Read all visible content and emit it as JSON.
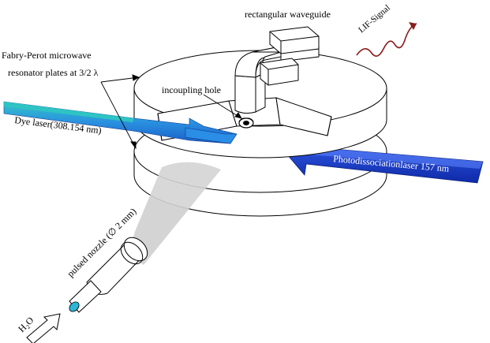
{
  "labels": {
    "waveguide": "rectangular waveguide",
    "lif_signal": "LIF-Signal",
    "fabry_perot_line1": "Fabry-Perot microwave",
    "fabry_perot_line2": "resonator plates at 3/2 λ",
    "incoupling": "incoupling hole",
    "dye_laser": "Dye laser(308.154 nm)",
    "photodissociation": "Photodissociationlaser 157 nm",
    "nozzle": "pulsed nozzle (∅ 2 mm)",
    "h2o": "H₂O"
  },
  "colors": {
    "dye_laser": "#1f74d8",
    "dye_laser_top": "#2ec4c4",
    "photodissociation_laser": "#1a3fd0",
    "lif_signal": "#8b1a1a",
    "nozzle_tip": "#29b8d8",
    "beam_cone": "#d3d3d3"
  }
}
